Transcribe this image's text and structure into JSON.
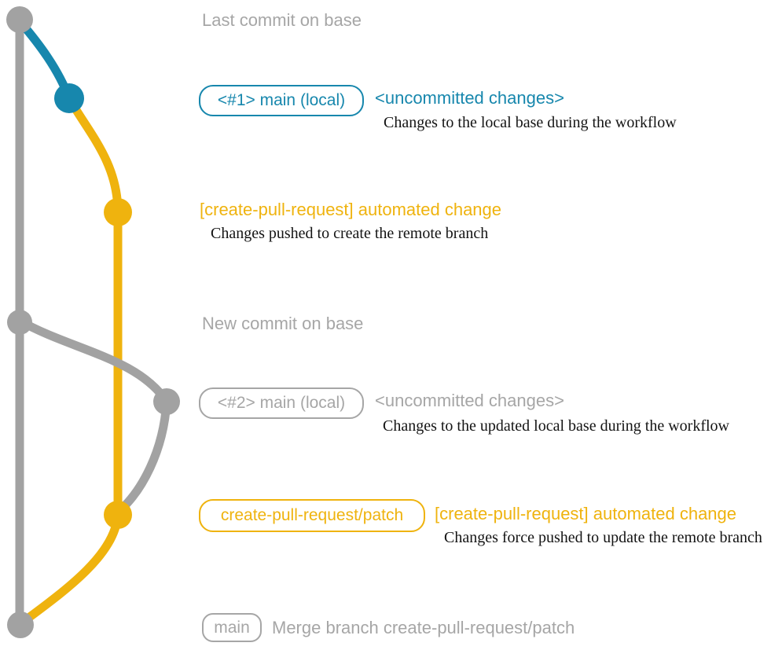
{
  "colors": {
    "blue": "#1787ad",
    "yellow": "#efb30e",
    "gray-line": "#a2a2a2",
    "gray-text": "#a6a6a6",
    "note": "#141414",
    "bg": "#ffffff"
  },
  "rows": {
    "row1": {
      "label": "Last commit on base"
    },
    "row2": {
      "badge": "<#1> main (local)",
      "heading": "<uncommitted changes>",
      "note": "Changes to the local base during the workflow"
    },
    "row3": {
      "heading": "[create-pull-request] automated change",
      "note": "Changes pushed to create the remote branch"
    },
    "row4": {
      "label": "New commit on base"
    },
    "row5": {
      "badge": "<#2> main (local)",
      "heading": "<uncommitted changes>",
      "note": "Changes to the updated local base during the workflow"
    },
    "row6": {
      "badge": "create-pull-request/patch",
      "heading": "[create-pull-request] automated change",
      "note": "Changes force pushed to update the remote branch"
    },
    "row7": {
      "badge": "main",
      "label": "Merge branch create-pull-request/patch"
    }
  }
}
